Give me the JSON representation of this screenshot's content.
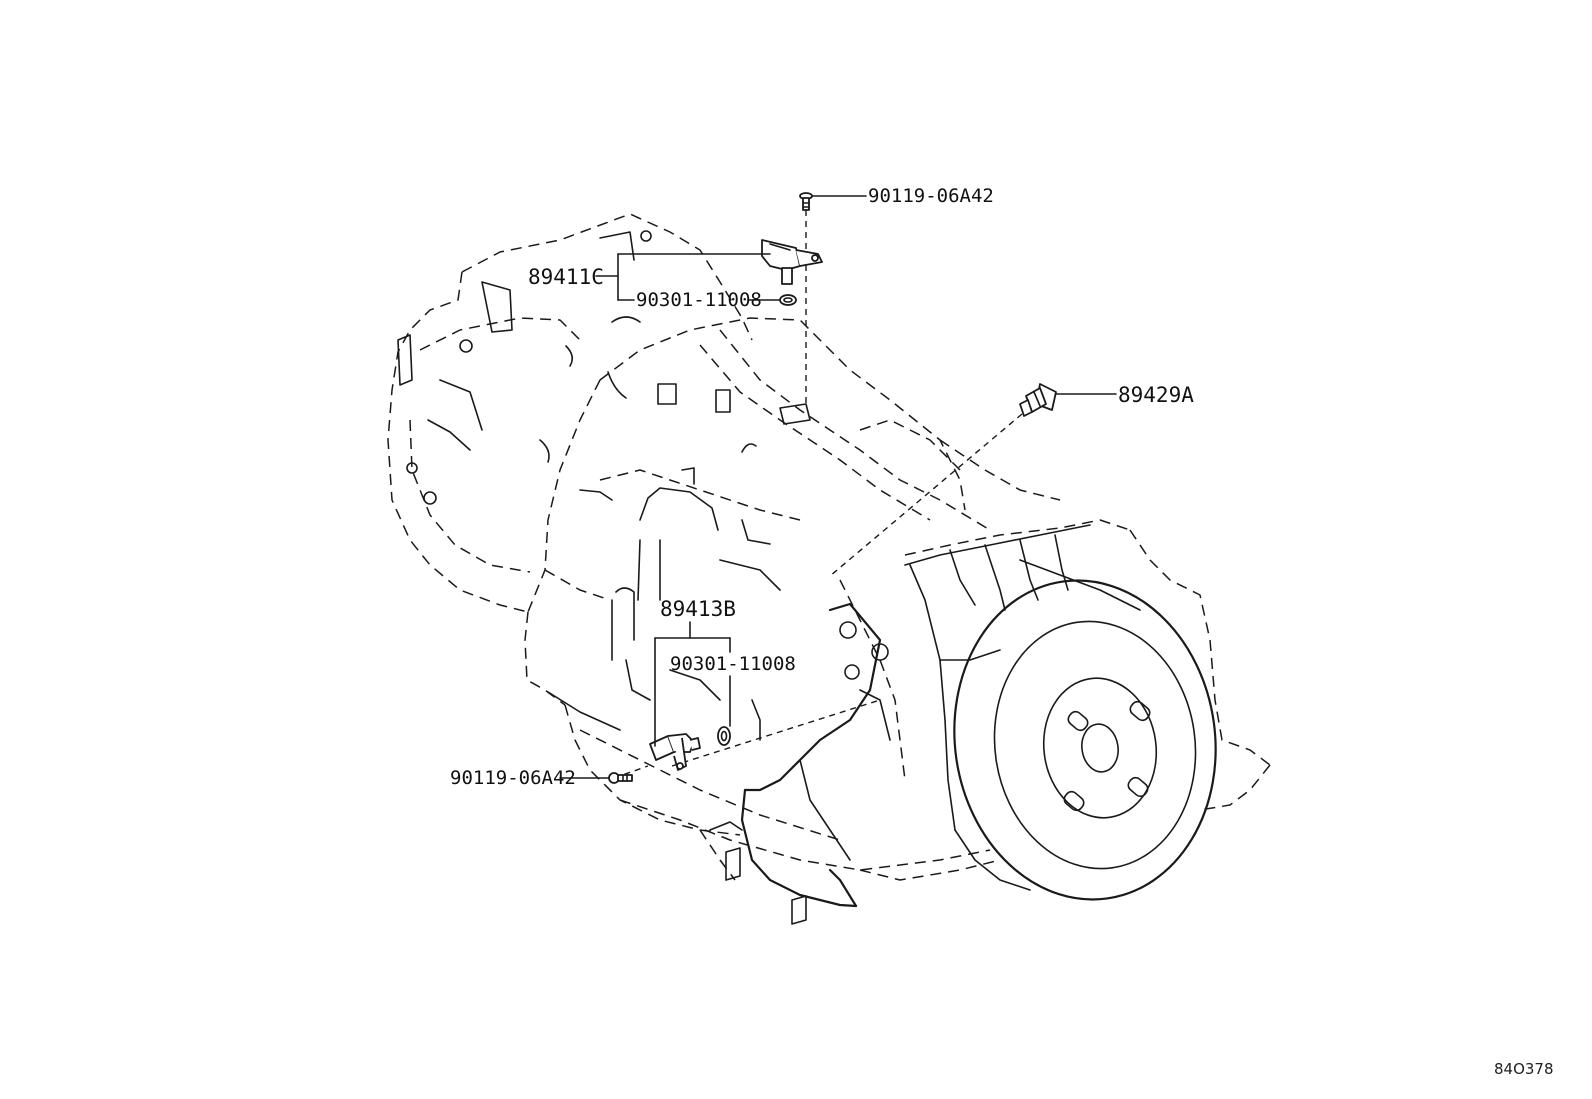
{
  "diagram": {
    "figure_code": "84O378",
    "callouts": [
      {
        "id": "bolt_top",
        "label": "90119-06A42"
      },
      {
        "id": "sensor_top",
        "label": "89411C"
      },
      {
        "id": "oring_top",
        "label": "90301-11008"
      },
      {
        "id": "switch_right",
        "label": "89429A"
      },
      {
        "id": "sensor_mid",
        "label": "89413B"
      },
      {
        "id": "oring_mid",
        "label": "90301-11008"
      },
      {
        "id": "bolt_bottom",
        "label": "90119-06A42"
      }
    ]
  }
}
